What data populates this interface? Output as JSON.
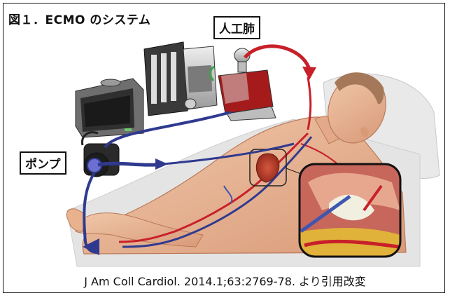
{
  "figure": {
    "title": "図１．ECMO のシステム",
    "labels": {
      "oxygenator": "人工肺",
      "pump": "ポンプ"
    },
    "caption": "J Am Coll Cardiol. 2014.1;63:2769-78. より引用改変"
  },
  "colors": {
    "arterial": "#c8202a",
    "venous": "#2f3a8f",
    "skin": "#e8b89a",
    "machine": "#3a3a3a"
  }
}
